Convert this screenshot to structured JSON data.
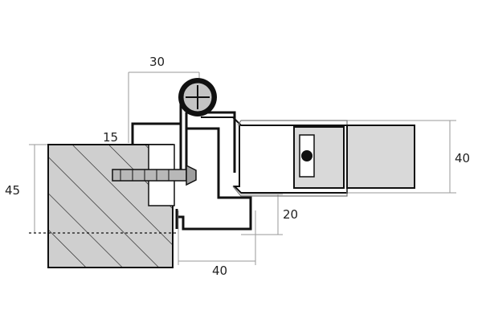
{
  "dimensions": {
    "top_width": "30",
    "offset_left": "15",
    "height_left": "45",
    "height_right": "40",
    "depth_small": "20",
    "bottom_width": "40"
  },
  "colors": {
    "wood_fill": "#cfcfcf",
    "frame_stroke": "#111111",
    "tube_fill": "#d9d9d9",
    "dimension_line": "#9a9a9a"
  },
  "icons": {
    "hinge_knuckle": "circle-cross-icon",
    "screw": "screw-icon",
    "lock_pin": "dot-icon"
  }
}
